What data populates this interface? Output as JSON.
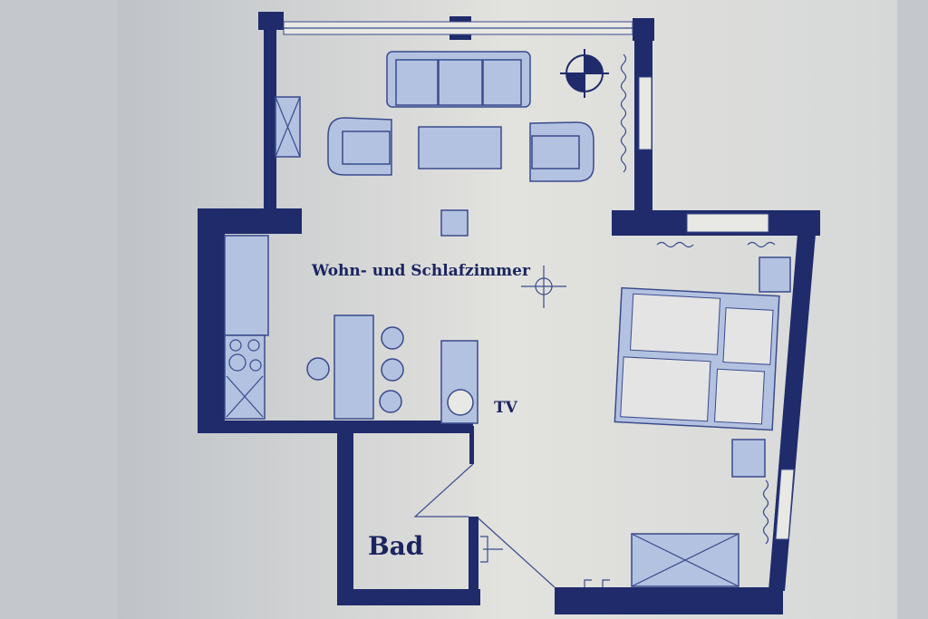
{
  "floor_plan": {
    "rooms": {
      "living_sleeping": "Wohn- und Schlafzimmer",
      "bathroom": "Bad"
    },
    "tv_label": "TV"
  },
  "colors": {
    "wall": "#1f2b6b",
    "furniture": "#b3c2e0",
    "paper": "#dedfdb",
    "background": "#c4c8cc"
  }
}
